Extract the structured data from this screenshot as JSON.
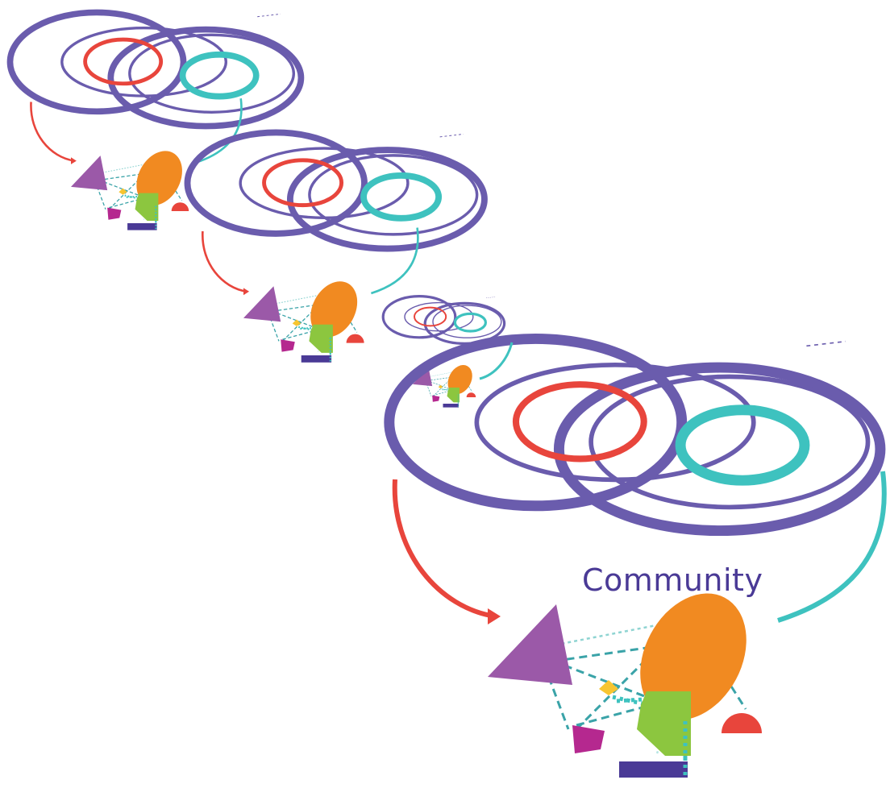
{
  "diagram": {
    "label": "Community",
    "colors": {
      "ring": "#6a5cad",
      "inner_red": "#e8453c",
      "inner_teal": "#3ec2bf",
      "orange": "#f18a21",
      "purple": "#9b59a8",
      "green": "#8cc63f",
      "magenta": "#b5288f",
      "indigo": "#4a3a96",
      "yellow": "#f7c531",
      "arrow_red": "#e8453c",
      "arrow_teal": "#3ec2bf",
      "link_teal": "#3aa3a8"
    },
    "levels": [
      {
        "name": "level-1"
      },
      {
        "name": "level-2"
      },
      {
        "name": "level-3"
      },
      {
        "name": "level-4"
      },
      {
        "name": "level-5"
      }
    ]
  }
}
